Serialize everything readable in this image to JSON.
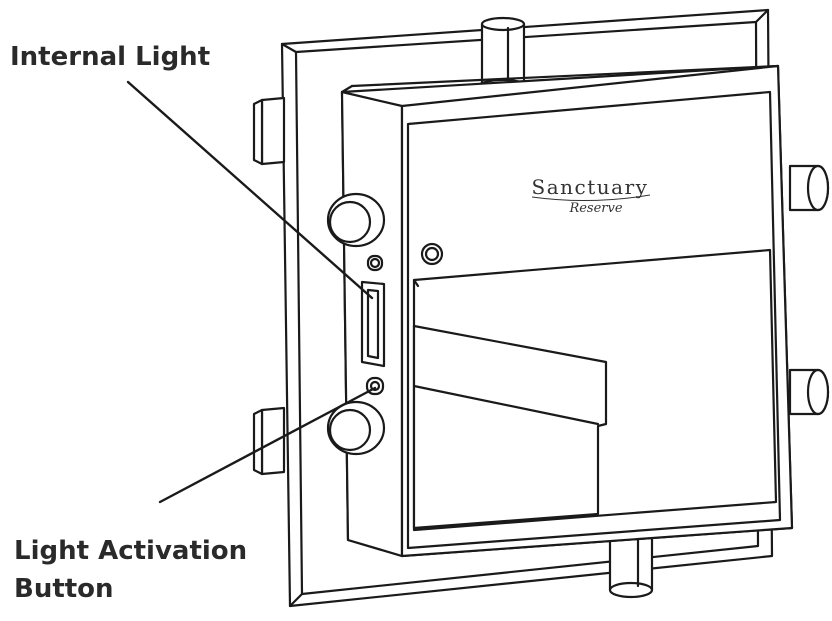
{
  "callouts": {
    "internal_light": "Internal Light",
    "light_activation_line1": "Light Activation",
    "light_activation_line2": "Button"
  },
  "brand": {
    "name": "Sanctuary",
    "sub": "Reserve"
  },
  "colors": {
    "stroke": "#1a1a1a",
    "fill": "#ffffff",
    "text": "#2a2a2a"
  }
}
